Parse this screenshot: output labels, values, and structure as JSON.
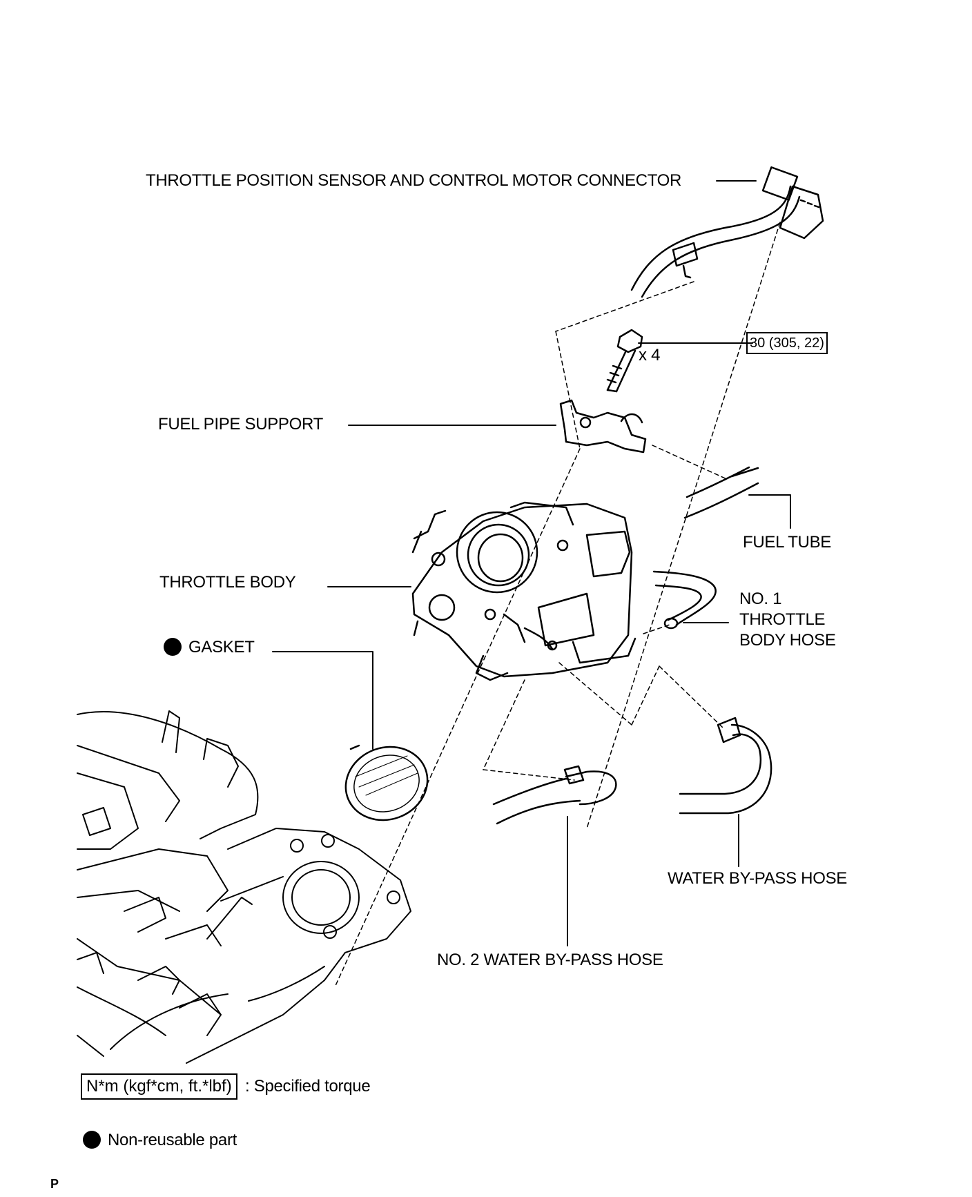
{
  "labels": {
    "connector": "THROTTLE POSITION SENSOR AND CONTROL MOTOR CONNECTOR",
    "fuel_pipe_support": "FUEL PIPE SUPPORT",
    "fuel_tube": "FUEL TUBE",
    "throttle_body": "THROTTLE BODY",
    "gasket": "GASKET",
    "no1_throttle_body_hose": "NO. 1\nTHROTTLE\nBODY HOSE",
    "water_bypass_hose": "WATER BY-PASS HOSE",
    "no2_water_bypass_hose": "NO. 2 WATER BY-PASS HOSE"
  },
  "callouts": {
    "bolt_qty": "x 4",
    "bolt_torque": "30 (305, 22)"
  },
  "legend": {
    "torque_units": "N*m (kgf*cm, ft.*lbf)",
    "torque_desc": ": Specified torque",
    "nonreusable_desc": "Non-reusable part"
  },
  "footer": {
    "letter": "P"
  },
  "icons": {
    "nonreusable_marker": "filled-circle"
  }
}
